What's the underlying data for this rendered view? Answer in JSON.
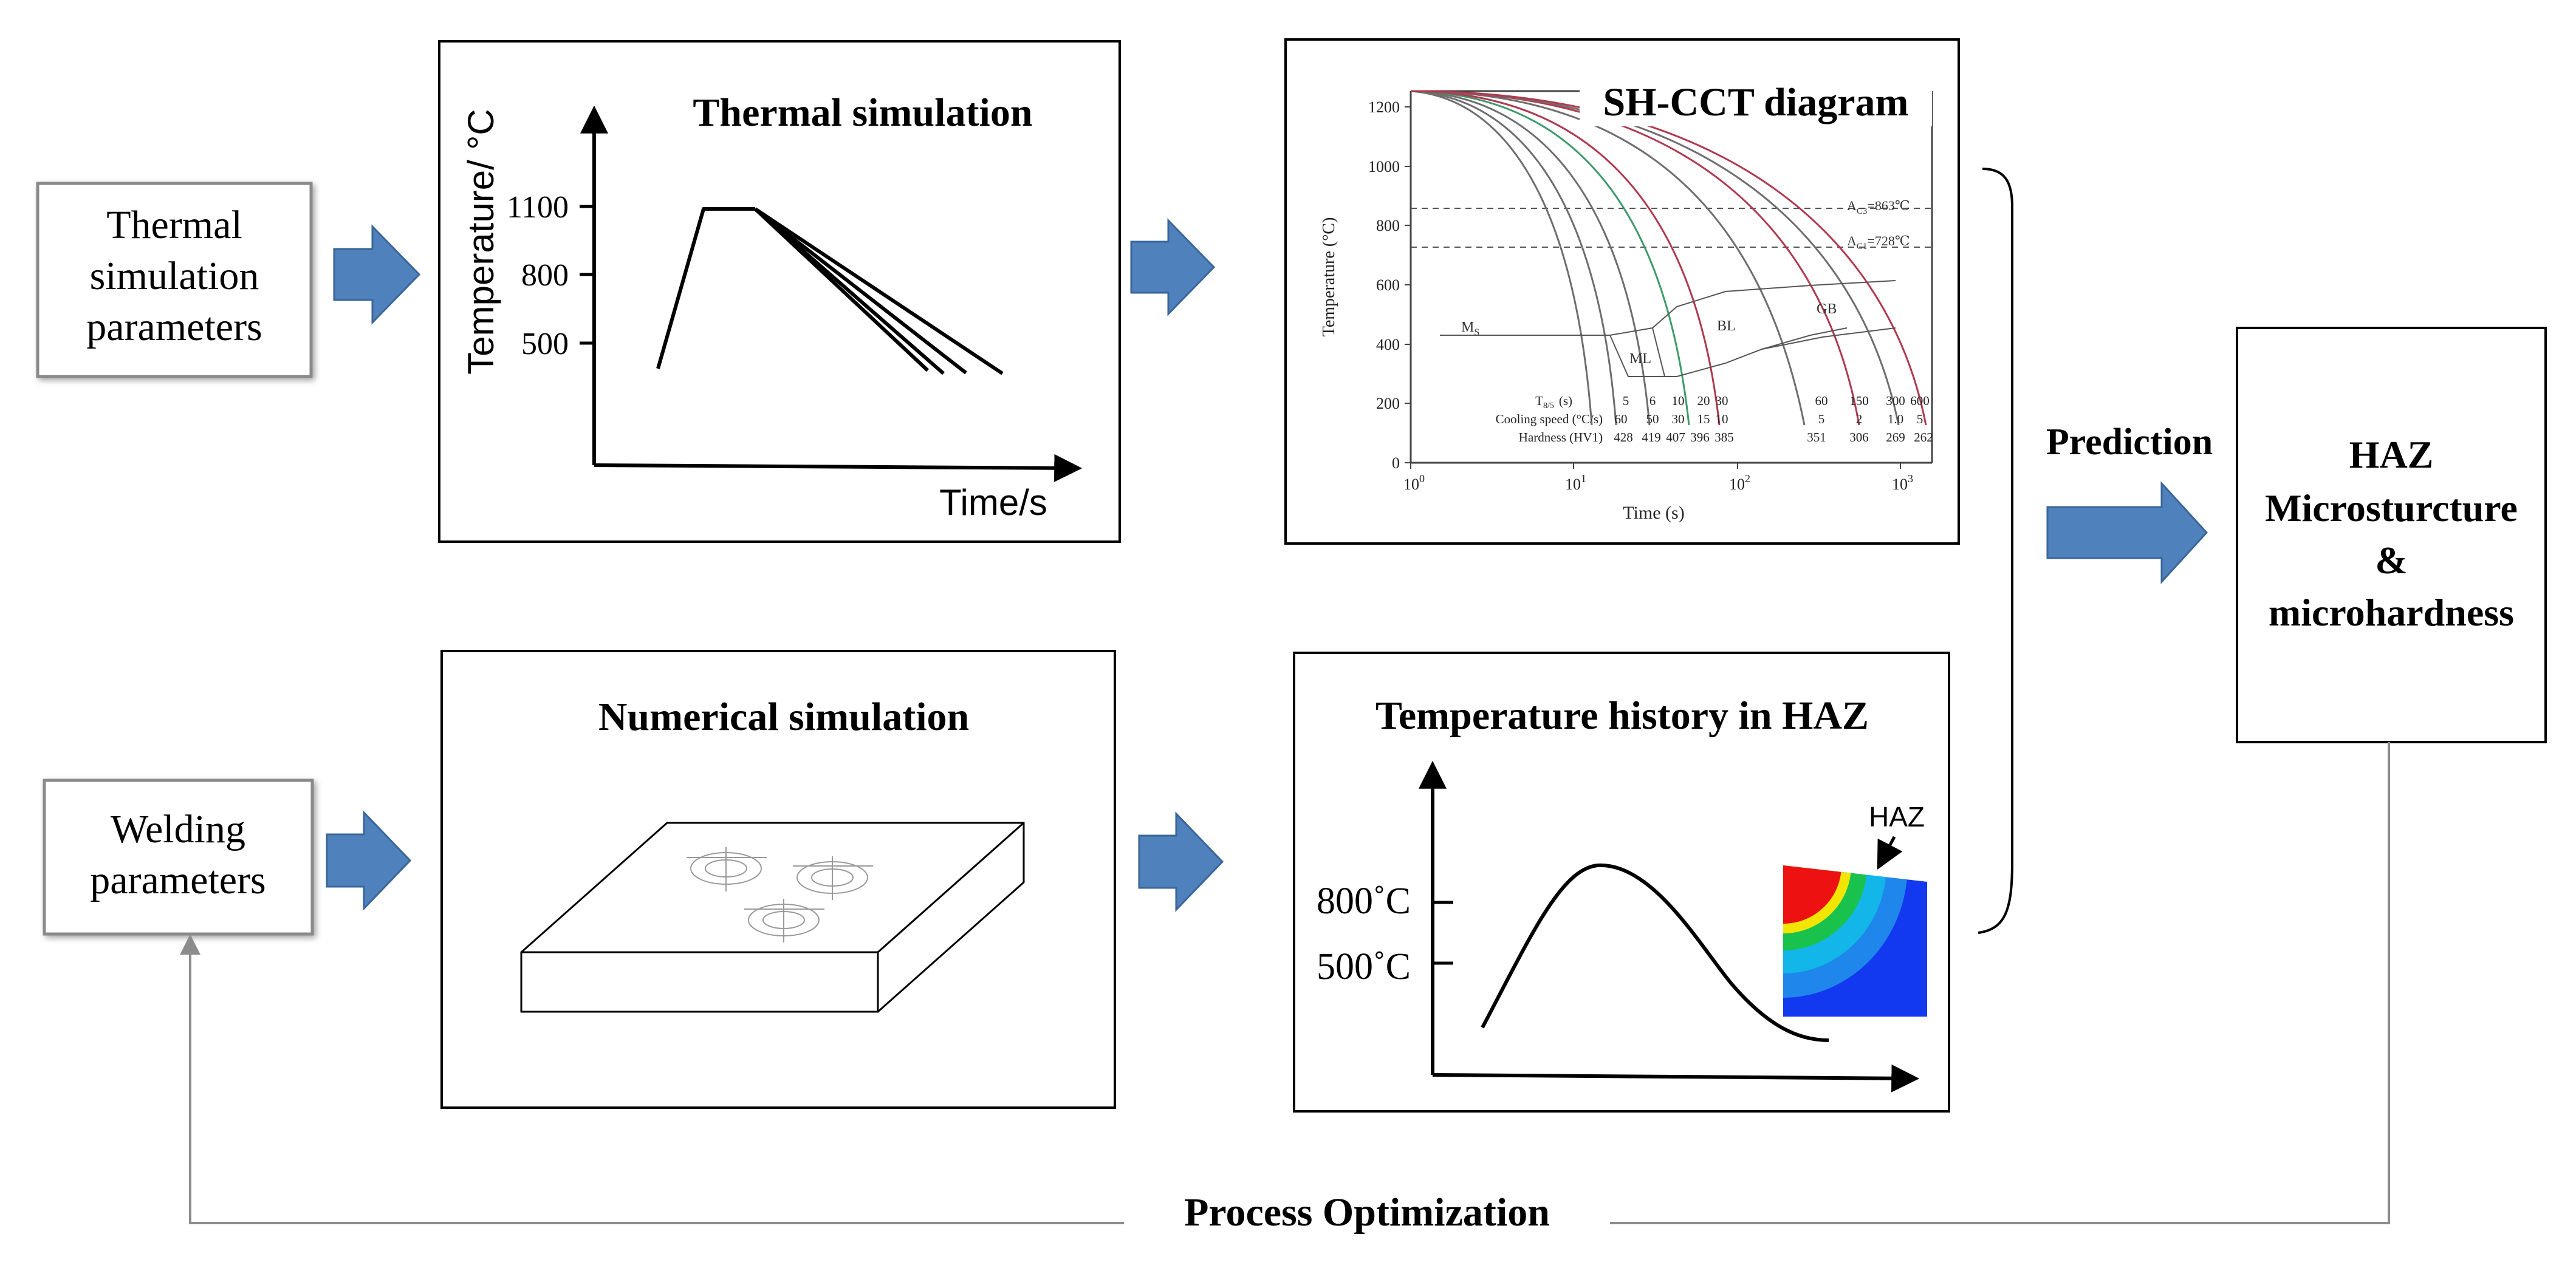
{
  "colors": {
    "arrow_fill": "#4f81bd",
    "arrow_stroke": "#3a6697",
    "line": "#000000",
    "feedback_line": "#8c8c8c",
    "cct_curve_grey": "#6e6e6e",
    "cct_curve_red": "#b0394e",
    "cct_curve_green": "#3f9a6b",
    "contour_red": "#ee1111",
    "contour_yellow": "#f2e600",
    "contour_green": "#19c24d",
    "contour_cyan": "#12b6e8",
    "contour_lightblue": "#1f86ec",
    "contour_blue": "#1238f0"
  },
  "inputs": {
    "thermal_params": [
      "Thermal",
      "simulation",
      "parameters"
    ],
    "welding_params": [
      "Welding",
      "parameters"
    ]
  },
  "thermal_panel": {
    "title": "Thermal simulation",
    "y_label": "Temperature/ °C",
    "y_ticks": [
      "1100",
      "800",
      "500"
    ],
    "x_label": "Time/s"
  },
  "cct_panel": {
    "title": "SH-CCT diagram",
    "y_label": "Temperature (°C)",
    "x_label": "Time (s)",
    "y_ticks": [
      "0",
      "200",
      "400",
      "600",
      "800",
      "1000",
      "1200"
    ],
    "x_ticks": [
      "10",
      "10",
      "10",
      "10"
    ],
    "x_tick_exponents": [
      "0",
      "1",
      "2",
      "3"
    ],
    "ac3": "A",
    "ac3_sub": "C3",
    "ac3_value": "=863℃",
    "ac1": "A",
    "ac1_sub": "C1",
    "ac1_value": "=728℃",
    "phase_labels": {
      "ms": "M",
      "ms_sub": "S",
      "ml": "ML",
      "bl": "BL",
      "gb": "GB"
    },
    "row_labels": {
      "t85": "T",
      "t85_sub": "8/5",
      "t85_unit": "(s)",
      "cooling": "Cooling speed (°C/s)",
      "hardness": "Hardness (HV1)"
    },
    "t85_values": [
      "5",
      "6",
      "10",
      "20",
      "30",
      "60",
      "150",
      "300",
      "600"
    ],
    "cooling_values": [
      "60",
      "50",
      "30",
      "15",
      "10",
      "5",
      "2",
      "1.0",
      "5"
    ],
    "hardness_values": [
      "428",
      "419",
      "407",
      "396",
      "385",
      "351",
      "306",
      "269",
      "262"
    ]
  },
  "numerical_panel": {
    "title": "Numerical simulation"
  },
  "history_panel": {
    "title": "Temperature history in HAZ",
    "tick_800": "800˚C",
    "tick_500": "500˚C",
    "haz_label": "HAZ"
  },
  "prediction_label": "Prediction",
  "output": [
    "HAZ",
    "Microsturcture",
    "&",
    "microhardness"
  ],
  "feedback_label": "Process Optimization"
}
